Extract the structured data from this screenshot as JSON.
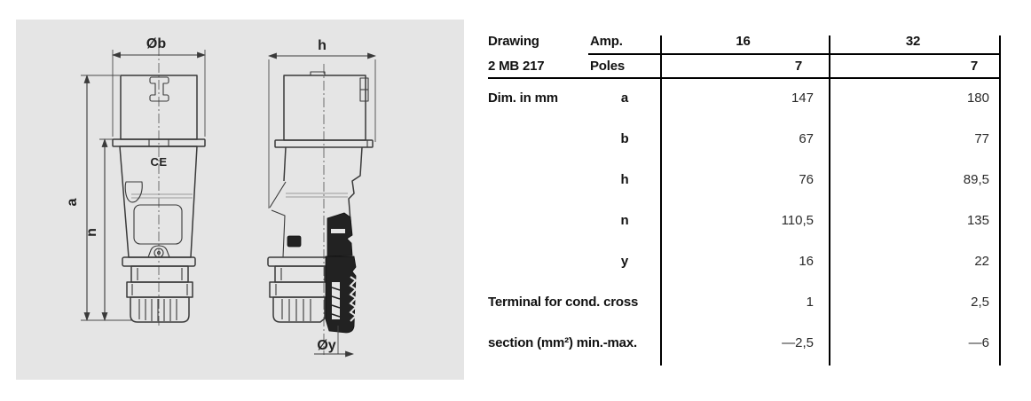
{
  "panel": {
    "bg": "#e5e5e5",
    "front_view": {
      "width_dim_label": "Øb",
      "height_dim_outer_label": "a",
      "height_dim_inner_label": "n",
      "ce_mark": "CE"
    },
    "side_view": {
      "width_dim_label": "h",
      "cable_dim_label": "Øy"
    }
  },
  "table": {
    "drawing_label_line1": "Drawing",
    "drawing_label_line2": "2 MB 217",
    "amp_label": "Amp.",
    "poles_label": "Poles",
    "amp_columns": [
      "16",
      "32"
    ],
    "poles_values": [
      "7",
      "7"
    ],
    "dim_unit_label": "Dim. in mm",
    "dim_rows": [
      {
        "dim": "a",
        "v16": "147",
        "v32": "180"
      },
      {
        "dim": "b",
        "v16": "67",
        "v32": "77"
      },
      {
        "dim": "h",
        "v16": "76",
        "v32": "89,5"
      },
      {
        "dim": "n",
        "v16": "110,5",
        "v32": "135"
      },
      {
        "dim": "y",
        "v16": "16",
        "v32": "22"
      }
    ],
    "terminal_rows": [
      {
        "label": "Terminal for cond. cross",
        "v16": "1",
        "v32": "2,5"
      },
      {
        "label": "section (mm²) min.-max.",
        "v16": "—2,5",
        "v32": "—6"
      }
    ]
  }
}
